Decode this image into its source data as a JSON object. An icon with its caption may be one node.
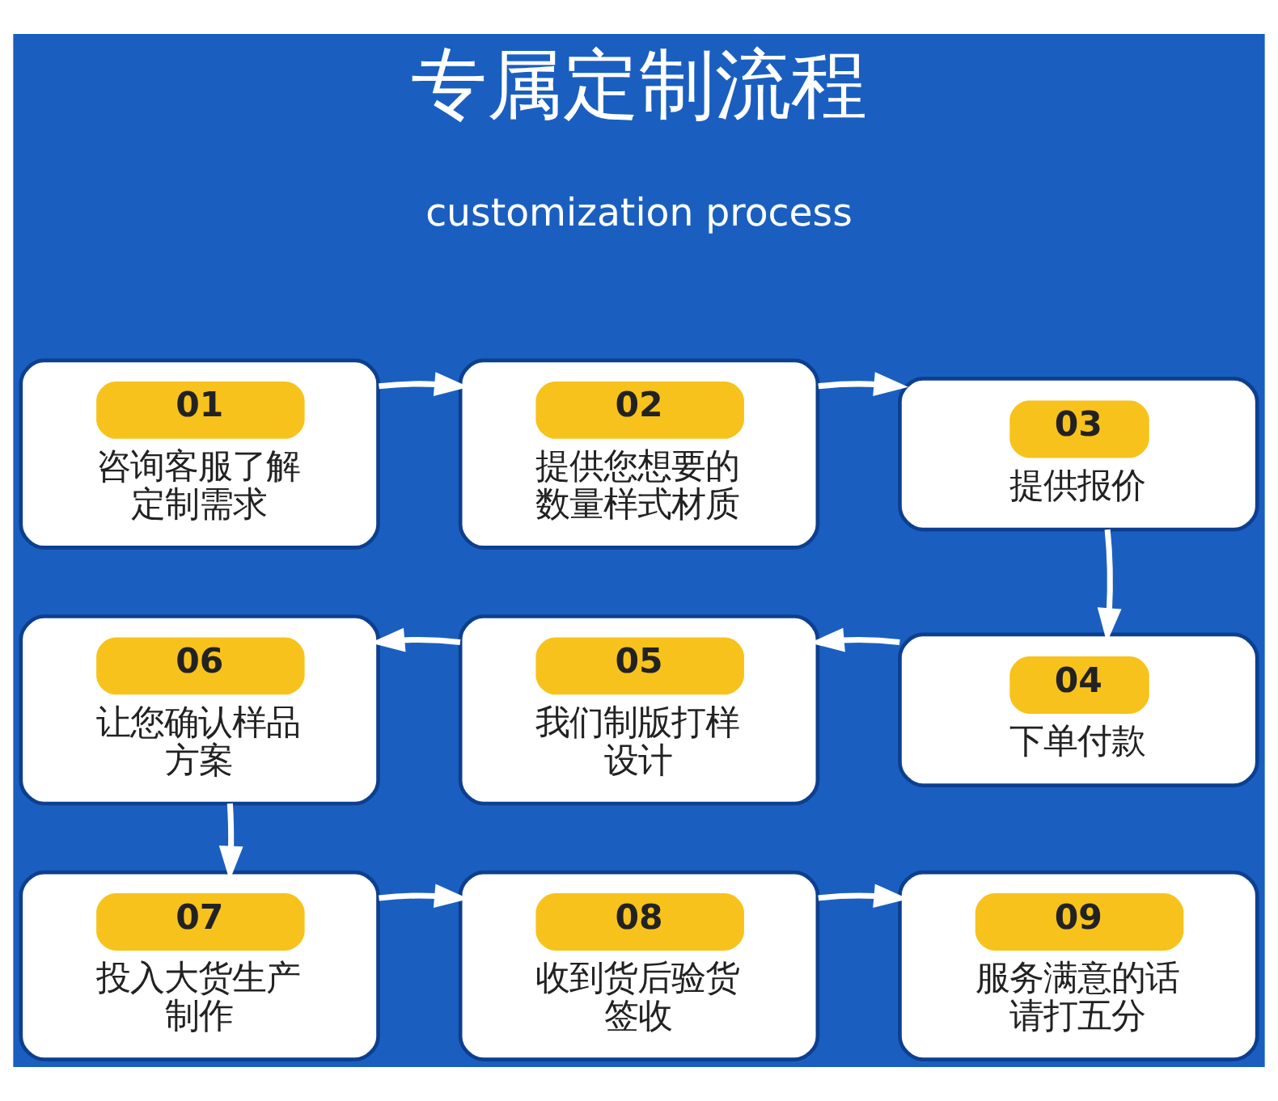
{
  "diagram": {
    "title": "专属定制流程",
    "nodes": [
      {
        "text": [
          "01",
          "咨询客服了解定制需求"
        ]
      },
      {
        "text": [
          "02",
          "提供您想要的数量样式材质"
        ]
      },
      {
        "text": [
          "03",
          "提供报价"
        ]
      },
      {
        "text": [
          "04",
          "下单付款"
        ]
      },
      {
        "text": [
          "05",
          "我们制版打样设计"
        ]
      },
      {
        "text": [
          "06",
          "让您确认样品方案"
        ]
      },
      {
        "text": [
          "07",
          "投入大货生产制作"
        ]
      },
      {
        "text": [
          "08",
          "收到货后验货签收"
        ]
      },
      {
        "text": [
          "09",
          "服务满意的话请打五分"
        ]
      }
    ],
    "edges": [
      {
        "from": 0,
        "to": 1,
        "arrow": "to"
      },
      {
        "from": 1,
        "to": 2,
        "arrow": "to"
      },
      {
        "from": 2,
        "to": 3,
        "arrow": "to"
      },
      {
        "from": 3,
        "to": 4,
        "arrow": "to"
      },
      {
        "from": 4,
        "to": 5,
        "arrow": "to"
      },
      {
        "from": 5,
        "to": 6,
        "arrow": "to"
      },
      {
        "from": 6,
        "to": 7,
        "arrow": "to"
      },
      {
        "from": 7,
        "to": 8,
        "arrow": "to"
      }
    ],
    "labels": [
      "customization process"
    ]
  }
}
